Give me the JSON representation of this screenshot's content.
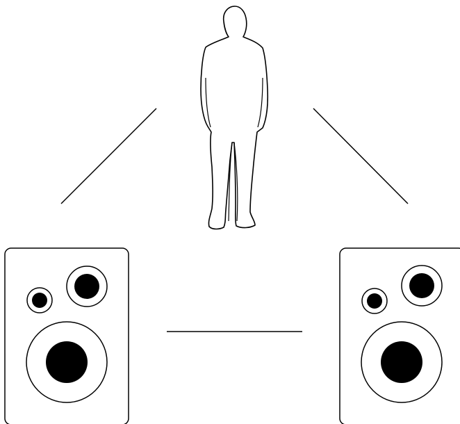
{
  "diagram": {
    "elements": {
      "listener": "person-icon",
      "left_speaker": "speaker-icon",
      "right_speaker": "speaker-icon"
    },
    "connections": [
      "left-speaker-to-listener",
      "right-speaker-to-listener",
      "left-speaker-to-right-speaker"
    ],
    "colors": {
      "stroke": "#000000",
      "background": "#ffffff",
      "driver_fill": "#000000"
    }
  }
}
